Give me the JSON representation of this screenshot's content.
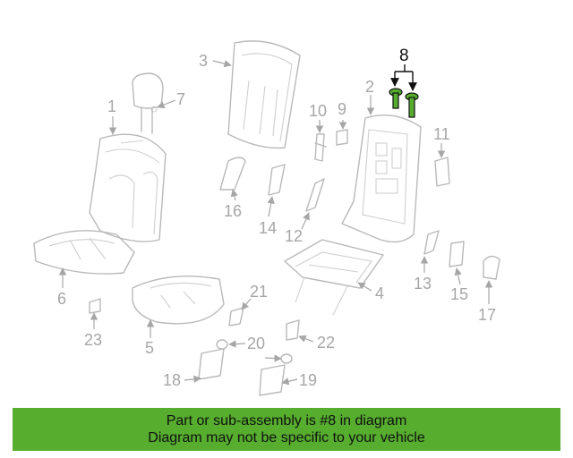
{
  "callouts": [
    {
      "id": "1",
      "text": "1"
    },
    {
      "id": "2",
      "text": "2"
    },
    {
      "id": "3",
      "text": "3"
    },
    {
      "id": "4",
      "text": "4"
    },
    {
      "id": "5",
      "text": "5"
    },
    {
      "id": "6",
      "text": "6"
    },
    {
      "id": "7",
      "text": "7"
    },
    {
      "id": "8",
      "text": "8"
    },
    {
      "id": "9",
      "text": "9"
    },
    {
      "id": "10",
      "text": "10"
    },
    {
      "id": "11",
      "text": "11"
    },
    {
      "id": "12",
      "text": "12"
    },
    {
      "id": "13",
      "text": "13"
    },
    {
      "id": "14",
      "text": "14"
    },
    {
      "id": "15",
      "text": "15"
    },
    {
      "id": "16",
      "text": "16"
    },
    {
      "id": "17",
      "text": "17"
    },
    {
      "id": "18",
      "text": "18"
    },
    {
      "id": "19",
      "text": "19"
    },
    {
      "id": "20",
      "text": "20"
    },
    {
      "id": "21",
      "text": "21"
    },
    {
      "id": "22",
      "text": "22"
    },
    {
      "id": "23",
      "text": "23"
    }
  ],
  "highlight": {
    "part": "8",
    "color": "#56ad2e",
    "ink": "#111111"
  },
  "banner": {
    "line1": "Part or sub-assembly is #8 in diagram",
    "line2": "Diagram may not be specific to your vehicle",
    "background": "#56ad2e"
  }
}
